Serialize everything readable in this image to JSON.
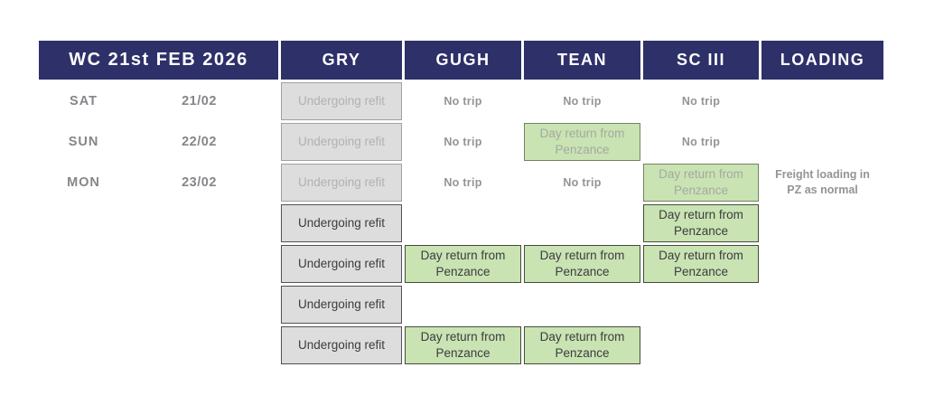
{
  "header": {
    "week_label": "WC 21st FEB 2026",
    "columns": [
      "GRY",
      "GUGH",
      "TEAN",
      "SC III",
      "LOADING"
    ]
  },
  "labels": {
    "refit": "Undergoing refit",
    "no_trip": "No trip",
    "day_return": "Day return from Penzance",
    "loading_note": "Freight loading in PZ as normal"
  },
  "colors": {
    "header_bg": "#2e3069",
    "header_text": "#ffffff",
    "refit_cell_bg": "#dddddd",
    "trip_cell_bg": "#c9e3b2",
    "normal_text": "#3b3c40",
    "faded_text": "#939497"
  },
  "schedule": {
    "rows": [
      {
        "day": "SAT",
        "date": "21/02",
        "faded": true,
        "gry": "refit",
        "gugh": "no_trip",
        "tean": "no_trip",
        "sc_iii": "no_trip",
        "loading": "empty"
      },
      {
        "day": "SUN",
        "date": "22/02",
        "faded": true,
        "gry": "refit",
        "gugh": "no_trip",
        "tean": "day_return",
        "sc_iii": "no_trip",
        "loading": "empty"
      },
      {
        "day": "MON",
        "date": "23/02",
        "faded": true,
        "gry": "refit",
        "gugh": "no_trip",
        "tean": "no_trip",
        "sc_iii": "day_return",
        "loading": "loading_note"
      },
      {
        "day": "",
        "date": "",
        "faded": false,
        "gry": "refit",
        "gugh": "empty",
        "tean": "empty",
        "sc_iii": "day_return",
        "loading": "empty"
      },
      {
        "day": "",
        "date": "",
        "faded": false,
        "gry": "refit",
        "gugh": "day_return",
        "tean": "day_return",
        "sc_iii": "day_return",
        "loading": "empty"
      },
      {
        "day": "",
        "date": "",
        "faded": false,
        "gry": "refit",
        "gugh": "empty",
        "tean": "empty",
        "sc_iii": "empty",
        "loading": "empty"
      },
      {
        "day": "",
        "date": "",
        "faded": false,
        "gry": "refit",
        "gugh": "day_return",
        "tean": "day_return",
        "sc_iii": "empty",
        "loading": "empty"
      }
    ]
  }
}
